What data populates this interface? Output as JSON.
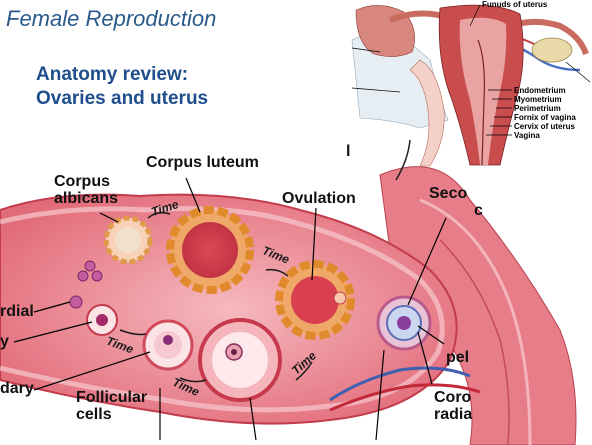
{
  "slide": {
    "title": "Female Reproduction",
    "subtitle_line1": "Anatomy review:",
    "subtitle_line2": "Ovaries and uterus"
  },
  "uterus_diagram": {
    "labels": {
      "fundus": "Funuds of uterus",
      "endometrium": "Endometrium",
      "myometrium": "Myometrium",
      "perimetrium": "Perimetrium",
      "fornix": "Fornix of vagina",
      "cervix": "Cervix of uterus",
      "vagina": "Vagina"
    }
  },
  "ovary_diagram": {
    "labels": {
      "corpus_luteum": "Corpus luteum",
      "corpus_albicans_1": "Corpus",
      "corpus_albicans_2": "albicans",
      "ovulation": "Ovulation",
      "secondary_oocyte_1": "Seco",
      "secondary_oocyte_2": "c",
      "primordial": "rdial",
      "primary": "y",
      "secondary": "dary",
      "follicular_cells_1": "Follicular",
      "follicular_cells_2": "cells",
      "pellucida": "pel",
      "corona_radiata_1": "Coro",
      "corona_radiata_2": "radia",
      "stray_mark": "l"
    },
    "time_label": "Time"
  },
  "colors": {
    "title": "#2a5a8c",
    "subtitle": "#1f4e8c",
    "tissue": "#e8707c",
    "stroma": "#f0a0a8",
    "follicle": "#f7c0c4",
    "luteum": "#e89a3c"
  }
}
